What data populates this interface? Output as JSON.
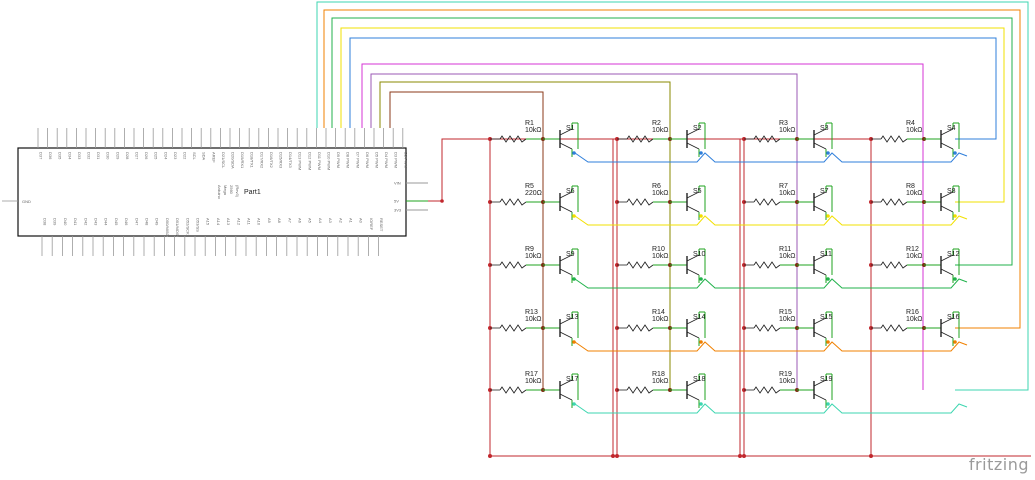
{
  "board": {
    "title": "Arduino Mega 2560 (Rev3)",
    "title_lines": [
      "Arduino",
      "Mega",
      "2560",
      "(Rev3)"
    ],
    "part": "Part1",
    "top_pins": [
      "D37",
      "D36",
      "D35",
      "D34",
      "D33",
      "D32",
      "D31",
      "D30",
      "D29",
      "D28",
      "D27",
      "D26",
      "D25",
      "D24",
      "D23",
      "D22",
      "SCL",
      "SDA",
      "AREF",
      "D21/SCL",
      "D20/SDA",
      "D19/RX1",
      "D18/TX1",
      "D17/RX2",
      "D16/TX2",
      "D15/RX3",
      "D14/TX3",
      "D13 PWM",
      "D12 PWM",
      "D11 PWM",
      "D10 PWM",
      "D9 PWM",
      "D8 PWM",
      "D7 PWM",
      "D6 PWM",
      "D5 PWM",
      "D4 PWM",
      "D3 PWM",
      "D2 PWM"
    ],
    "bottom_pins": [
      "D38",
      "D39",
      "D40",
      "D41",
      "D42",
      "D43",
      "D44",
      "D45",
      "D46",
      "D47",
      "D48",
      "D49",
      "D50/MISO",
      "D51/MOSI",
      "D52/SCK",
      "D53/SS",
      "A15",
      "A14",
      "A13",
      "A12",
      "A11",
      "A10",
      "A9",
      "A8",
      "A7",
      "A6",
      "A5",
      "A4",
      "A3",
      "A2",
      "A1",
      "A0",
      "IOREF",
      "RESET"
    ],
    "left_pin": "GND",
    "right_pins": [
      "VIN",
      "5V",
      "3V3"
    ]
  },
  "resistors": [
    {
      "name": "R1",
      "value": "10kΩ"
    },
    {
      "name": "R2",
      "value": "10kΩ"
    },
    {
      "name": "R3",
      "value": "10kΩ"
    },
    {
      "name": "R4",
      "value": "10kΩ"
    },
    {
      "name": "R5",
      "value": "220Ω"
    },
    {
      "name": "R6",
      "value": "10kΩ"
    },
    {
      "name": "R7",
      "value": "10kΩ"
    },
    {
      "name": "R8",
      "value": "10kΩ"
    },
    {
      "name": "R9",
      "value": "10kΩ"
    },
    {
      "name": "R10",
      "value": "10kΩ"
    },
    {
      "name": "R11",
      "value": "10kΩ"
    },
    {
      "name": "R12",
      "value": "10kΩ"
    },
    {
      "name": "R13",
      "value": "10kΩ"
    },
    {
      "name": "R14",
      "value": "10kΩ"
    },
    {
      "name": "R15",
      "value": "10kΩ"
    },
    {
      "name": "R16",
      "value": "10kΩ"
    },
    {
      "name": "R17",
      "value": "10kΩ"
    },
    {
      "name": "R18",
      "value": "10kΩ"
    },
    {
      "name": "R19",
      "value": "10kΩ"
    }
  ],
  "switches": [
    "S1",
    "S2",
    "S3",
    "S4",
    "S6",
    "S5",
    "S7",
    "S8",
    "S9",
    "S10",
    "S11",
    "S12",
    "S13",
    "S14",
    "S15",
    "S16",
    "S17",
    "S18",
    "S19"
  ],
  "wire_colors": {
    "power": "#c1272d",
    "c0": "#8b3a1a",
    "c1": "#8a8a00",
    "c2": "#9b59b6",
    "c3": "#d633d6",
    "r0": "#2f7fdb",
    "r1": "#f2e000",
    "r2": "#21b24b",
    "r3": "#f08000",
    "r4": "#3dd6b0",
    "green": "#1fa31f",
    "component": "#222222"
  },
  "brand": "fritzing"
}
